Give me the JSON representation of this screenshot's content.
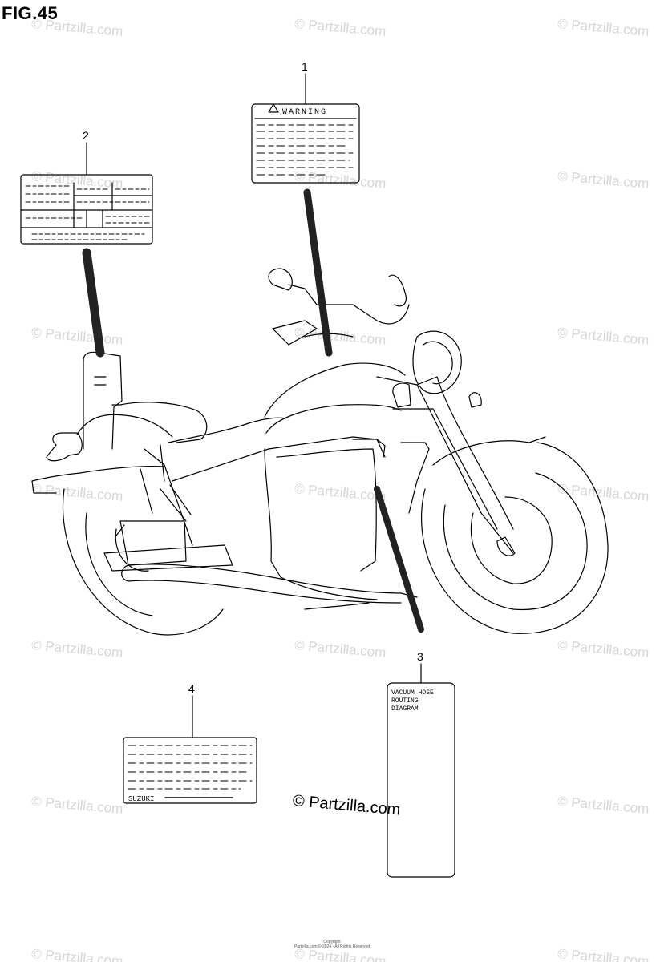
{
  "figure": {
    "title": "FIG.45"
  },
  "callouts": [
    {
      "id": "label-warning",
      "number": "1"
    },
    {
      "id": "label-tire-info",
      "number": "2"
    },
    {
      "id": "label-vacuum-hose",
      "number": "3"
    },
    {
      "id": "label-info",
      "number": "4"
    }
  ],
  "labels": {
    "warning_heading": "WARNING",
    "vacuum_hose_text": [
      "VACUUM HOSE",
      "ROUTING",
      "DIAGRAM"
    ],
    "info_brand": "SUZUKI"
  },
  "watermark": {
    "text": "© Partzilla.com",
    "main_text": "© Partzilla.com"
  },
  "footer": {
    "line1": "Copyright",
    "line2": "Partzilla.com © 2024 - All Rights Reserved"
  }
}
